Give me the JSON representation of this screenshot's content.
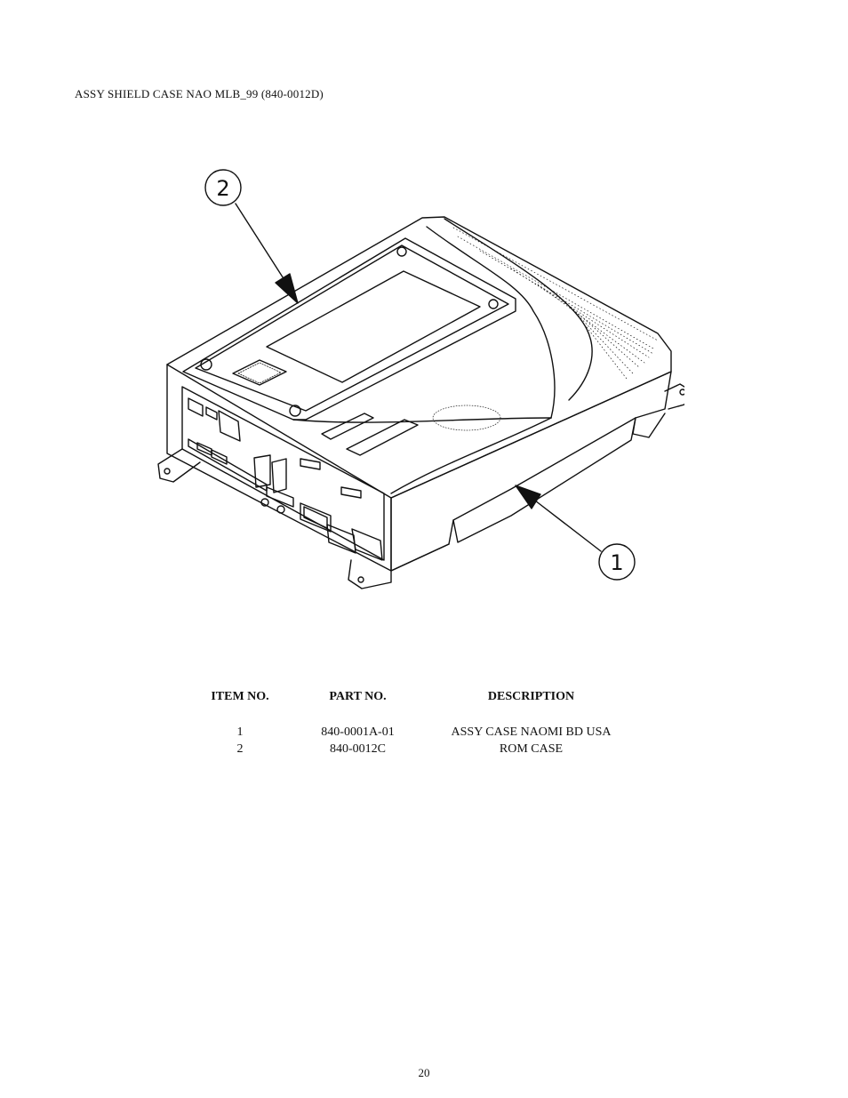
{
  "document": {
    "heading": "ASSY SHIELD CASE NAO MLB_99 (840-0012D)",
    "page_number": "20"
  },
  "callouts": {
    "rom_case": "2",
    "naomi_case": "1"
  },
  "parts_table": {
    "headers": {
      "item": "ITEM NO.",
      "part": "PART NO.",
      "description": "DESCRIPTION"
    },
    "rows": [
      {
        "item": "1",
        "part": "840-0001A-01",
        "description": "ASSY CASE NAOMI BD USA"
      },
      {
        "item": "2",
        "part": "840-0012C",
        "description": "ROM CASE"
      }
    ]
  },
  "colors": {
    "ink": "#111111",
    "paper": "#ffffff"
  }
}
